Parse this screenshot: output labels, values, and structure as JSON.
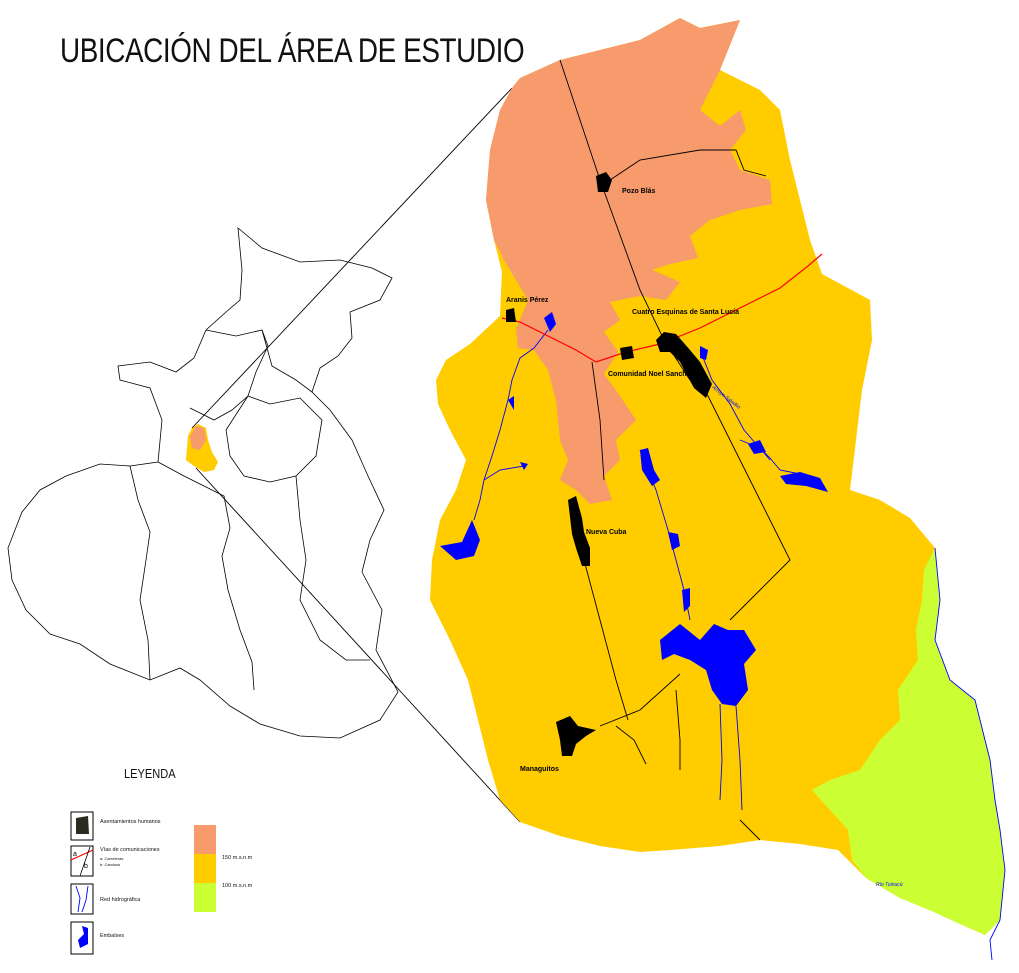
{
  "title": "UBICACIÓN DEL ÁREA DE ESTUDIO",
  "places": {
    "pozo_blas": "Pozo Blás",
    "aranis_perez": "Aranis Pérez",
    "cuatro_esquinas": "Cuatro Esquinas de Santa Lucía",
    "comunidad_noel": "Comunidad Noel Sancho",
    "nueva_cuba": "Nueva Cuba",
    "managuitos": "Managuitos"
  },
  "rivers": {
    "arroyo": "Arroyo Saladito",
    "rio": "Río Tuinucú"
  },
  "legend": {
    "title": "LEYENDA",
    "settlements": "Asentamientos humanos",
    "roads": "Vías de comunicaciones",
    "roads_a": "a: Carreteras",
    "roads_b": "b: Caminos",
    "roads_letter_a": "a",
    "roads_letter_b": "b",
    "hydro": "Red hidrográfica",
    "reservoirs": "Embalses",
    "elev_150": "150 m.s.n.m",
    "elev_100": "100 m.s.n.m"
  },
  "colors": {
    "highland": "#f79a6c",
    "midland": "#ffcc00",
    "lowland": "#ccff33",
    "water": "#0000ff",
    "road": "#ff0000",
    "settlement": "#000000"
  }
}
